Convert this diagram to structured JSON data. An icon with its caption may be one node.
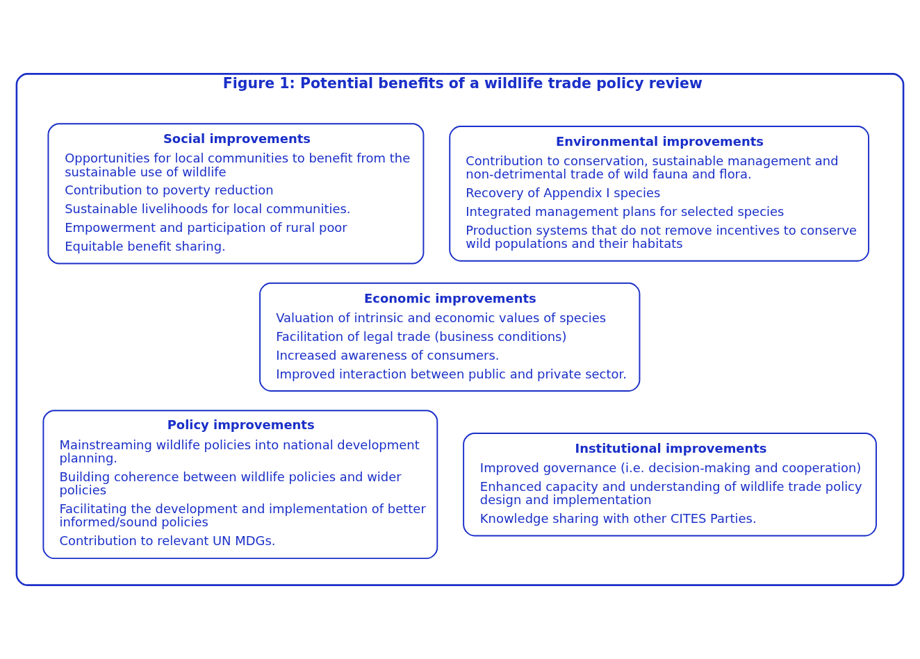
{
  "diagram": {
    "nodes": [
      {
        "text": [
          "Figure 1: Potential benefits of a wildlife trade policy review"
        ]
      },
      {
        "text": [
          "Environmental improvements",
          "Contribution to conservation, sustainable management and non-detrimental trade of wild fauna and flora.",
          "Recovery of Appendix I species",
          "Integrated management plans for selected species",
          "Production systems that do not remove incentives to conserve wild populations and their habitats"
        ],
        "in": 0
      },
      {
        "text": [
          "Social improvements",
          "Opportunities for local communities to benefit from the sustainable use of wildlife",
          "Contribution to poverty reduction",
          "Sustainable livelihoods for local communities.",
          "Empowerment and participation of rural poor",
          "Equitable benefit sharing."
        ],
        "in": 0
      },
      {
        "text": [
          "Economic improvements",
          "Valuation of intrinsic and economic values of species",
          "Facilitation of legal trade (business conditions)",
          "Increased awareness of consumers.",
          "Improved interaction between public and private sector."
        ],
        "in": 0
      },
      {
        "text": [
          "Policy improvements",
          "Mainstreaming wildlife policies into national development planning.",
          "Building coherence between wildlife policies and wider policies",
          "Facilitating the development and implementation of better informed/sound policies",
          "Contribution to relevant UN MDGs."
        ],
        "in": 0
      },
      {
        "text": [
          "Institutional improvements",
          "Improved governance (i.e. decision-making and cooperation)",
          "Enhanced capacity and understanding of wildlife trade policy design and implementation",
          "Knowledge sharing with other CITES Parties."
        ],
        "in": 0
      }
    ],
    "edges": []
  }
}
